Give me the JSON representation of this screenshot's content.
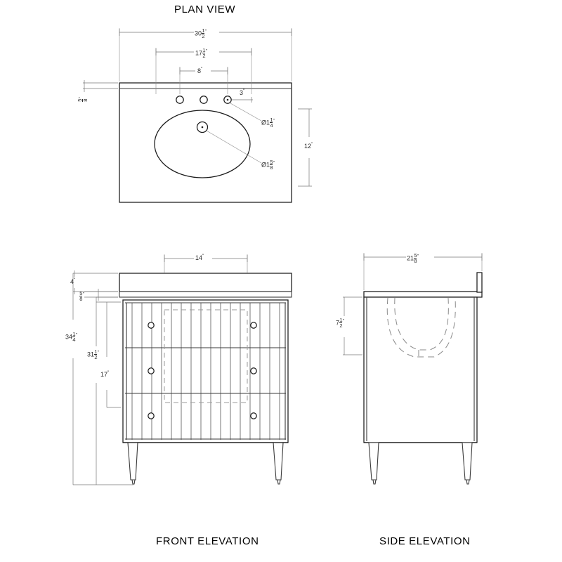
{
  "titles": {
    "plan": "PLAN VIEW",
    "front": "FRONT ELEVATION",
    "side": "SIDE ELEVATION"
  },
  "colors": {
    "line": "#3a3a3a",
    "line_dark": "#1a1a1a",
    "dim": "#6b6b6b",
    "text": "#2b2b2b",
    "background": "#ffffff"
  },
  "plan_view": {
    "dimensions": {
      "overall_width": {
        "whole": "30",
        "num": "1",
        "den": "2",
        "unit": "\""
      },
      "outer_hole_spread": {
        "whole": "17",
        "num": "1",
        "den": "2",
        "unit": "\""
      },
      "inner_hole_spread": {
        "whole": "8",
        "num": "",
        "den": "",
        "unit": "\""
      },
      "hole_from_back": {
        "whole": "3",
        "num": "",
        "den": "",
        "unit": "\""
      },
      "backsplash_thickness": {
        "whole": "",
        "num": "5",
        "den": "8",
        "unit": "\""
      },
      "depth": {
        "whole": "12",
        "num": "",
        "den": "",
        "unit": "\""
      },
      "faucet_hole_dia": {
        "prefix": "Ø",
        "whole": "1",
        "num": "1",
        "den": "4",
        "unit": "\""
      },
      "drain_hole_dia": {
        "prefix": "Ø",
        "whole": "1",
        "num": "5",
        "den": "8",
        "unit": "\""
      }
    }
  },
  "front_elevation": {
    "dimensions": {
      "sink_basin_width": {
        "whole": "14",
        "num": "",
        "den": "",
        "unit": "\""
      },
      "counter_height": {
        "whole": "4",
        "num": "",
        "den": "",
        "unit": "\""
      },
      "counter_edge": {
        "whole": "",
        "num": "5",
        "den": "8",
        "unit": "\""
      },
      "overall_height": {
        "whole": "34",
        "num": "1",
        "den": "4",
        "unit": "\""
      },
      "cabinet_height": {
        "whole": "31",
        "num": "1",
        "den": "2",
        "unit": "\""
      },
      "drawer_stack_height": {
        "whole": "17",
        "num": "",
        "den": "",
        "unit": "\""
      }
    },
    "cabinet": {
      "drawer_rows": 3,
      "knobs_per_row": 2,
      "flute_count": 16
    }
  },
  "side_elevation": {
    "dimensions": {
      "overall_depth": {
        "whole": "21",
        "num": "5",
        "den": "8",
        "unit": "\""
      },
      "basin_depth_zone": {
        "whole": "7",
        "num": "1",
        "den": "2",
        "unit": "\""
      }
    }
  }
}
